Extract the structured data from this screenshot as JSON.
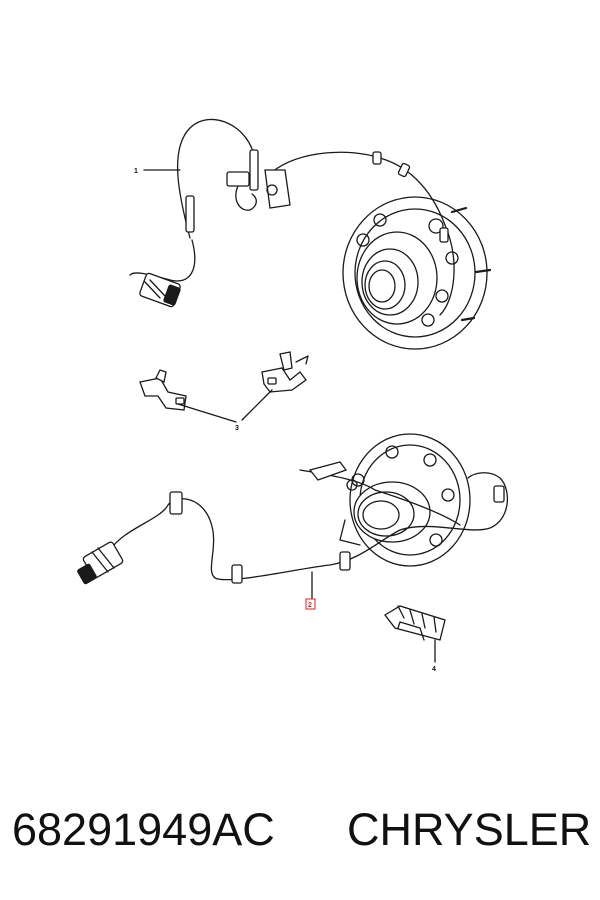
{
  "diagram": {
    "callouts": {
      "c1": "1",
      "c2": "2",
      "c3": "3",
      "c4": "4"
    },
    "highlight_color": "#e02020"
  },
  "footer": {
    "part_number": "68291949AC",
    "brand": "CHRYSLER"
  }
}
